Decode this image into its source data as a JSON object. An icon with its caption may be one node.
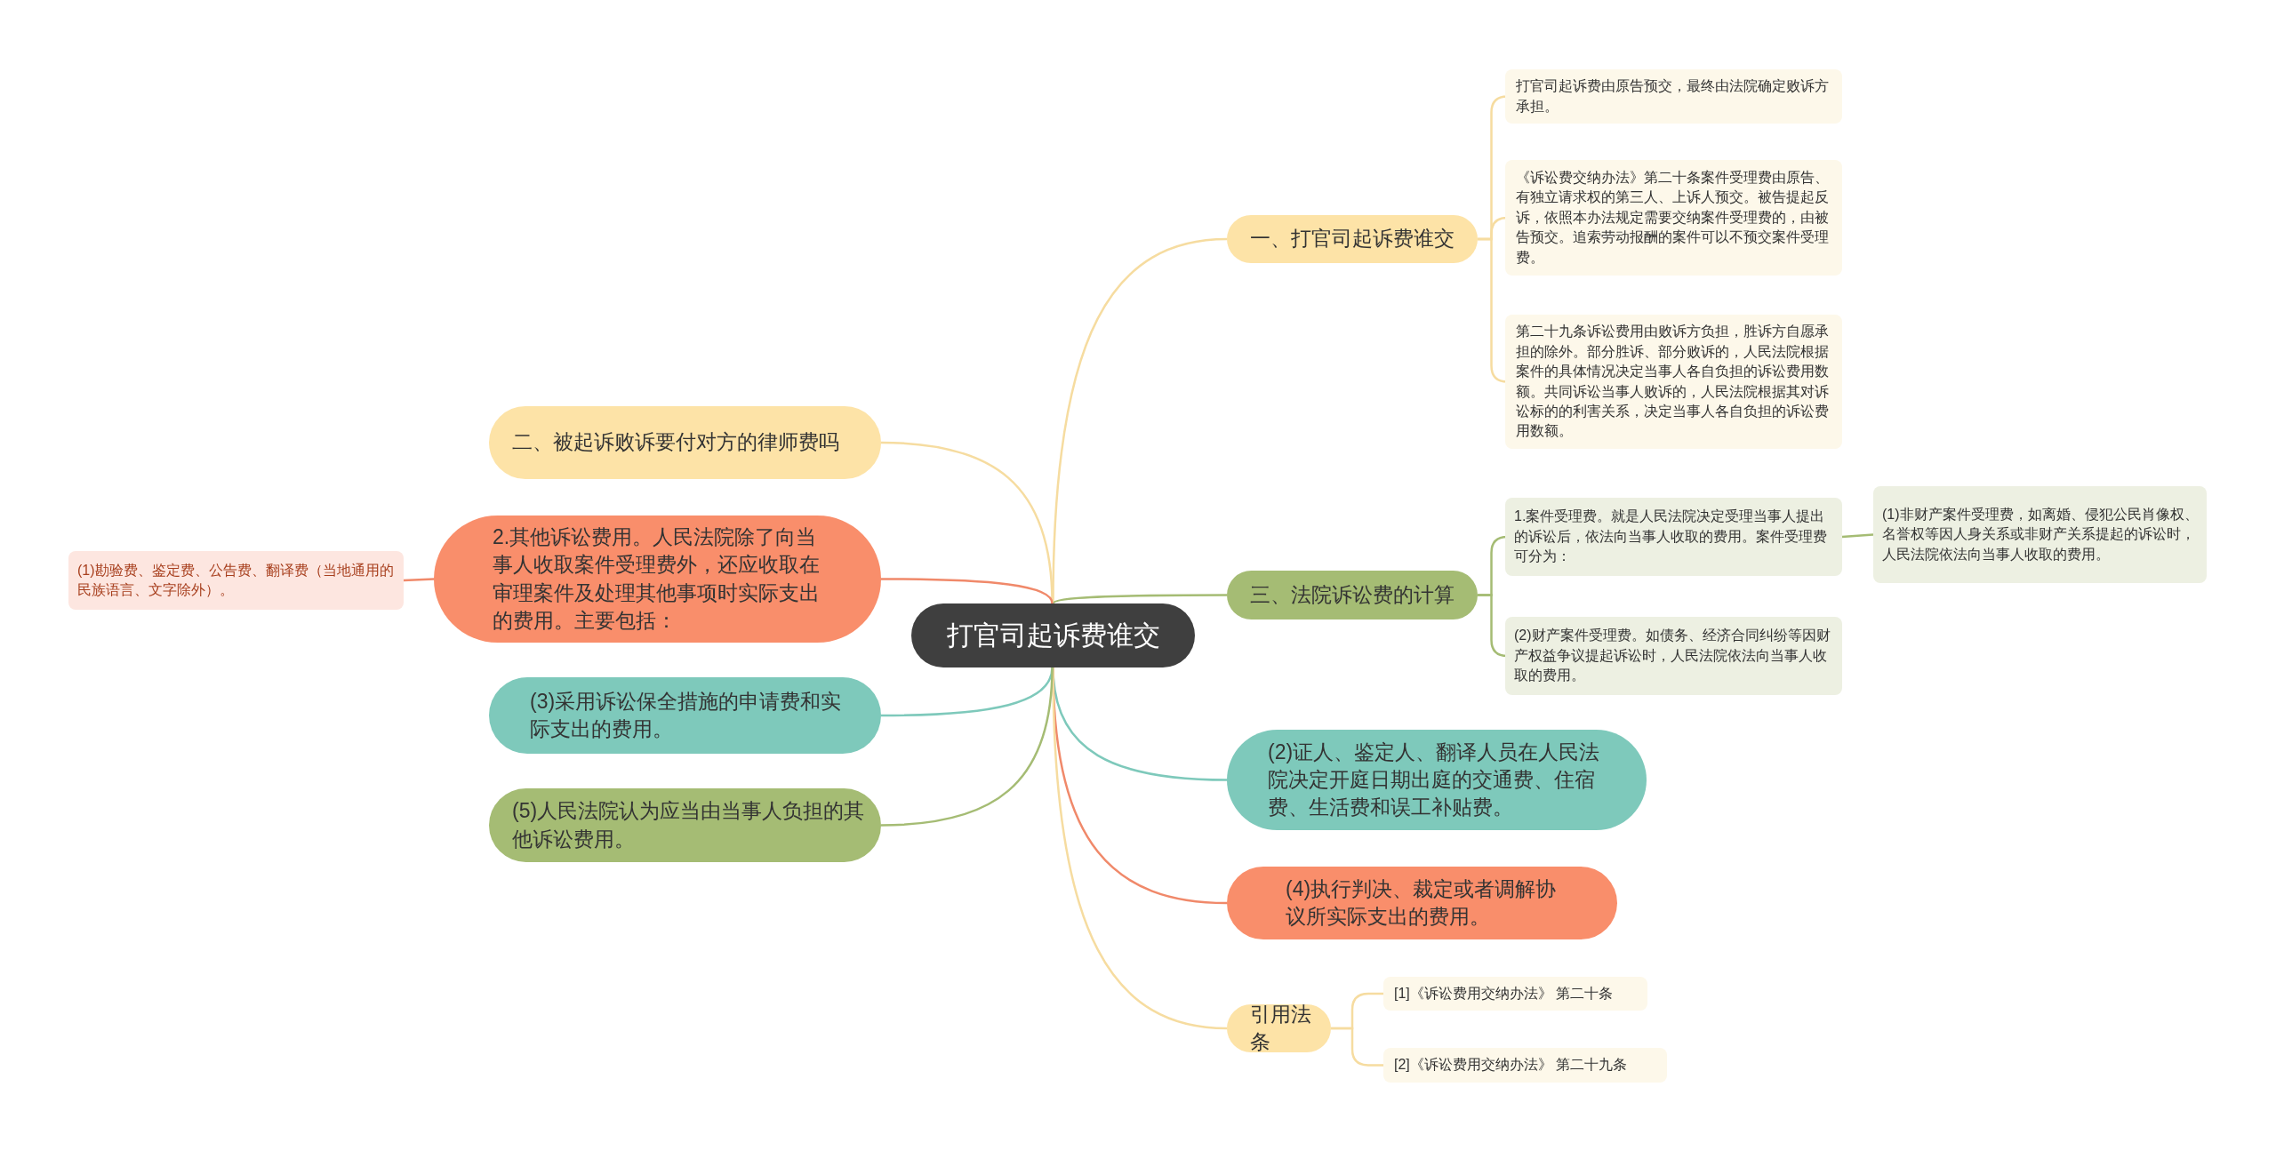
{
  "diagram": {
    "nodes": [
      {
        "text": [
          "打官司起诉费谁交"
        ]
      },
      {
        "text": [
          "一、打官司起诉费谁交"
        ]
      },
      {
        "text": [
          "打官司起诉费由原告预交，最终由法院确定败诉方承担。"
        ]
      },
      {
        "text": [
          "《诉讼费交纳办法》第二十条案件受理费由原告、有独立请求权的第三人、上诉人预交。被告提起反诉，依照本办法规定需要交纳案件受理费的，由被告预交。追索劳动报酬的案件可以不预交案件受理费。"
        ]
      },
      {
        "text": [
          "第二十九条诉讼费用由败诉方负担，胜诉方自愿承担的除外。部分胜诉、部分败诉的，人民法院根据案件的具体情况决定当事人各自负担的诉讼费用数额。共同诉讼当事人败诉的，人民法院根据其对诉讼标的的利害关系，决定当事人各自负担的诉讼费用数额。"
        ]
      },
      {
        "text": [
          "三、法院诉讼费的计算"
        ]
      },
      {
        "text": [
          "1.案件受理费。就是人民法院决定受理当事人提出的诉讼后，依法向当事人收取的费用。案件受理费可分为："
        ]
      },
      {
        "text": [
          "(1)非财产案件受理费，如离婚、侵犯公民肖像权、名誉权等因人身关系或非财产关系提起的诉讼时，人民法院依法向当事人收取的费用。"
        ]
      },
      {
        "text": [
          "(2)财产案件受理费。如债务、经济合同纠纷等因财产权益争议提起诉讼时，人民法院依法向当事人收取的费用。"
        ]
      },
      {
        "text": [
          "(2)证人、鉴定人、翻译人员在人民法院决定开庭日期出庭的交通费、住宿费、生活费和误工补贴费。"
        ]
      },
      {
        "text": [
          "(4)执行判决、裁定或者调解协议所实际支出的费用。"
        ]
      },
      {
        "text": [
          "引用法条"
        ]
      },
      {
        "text": [
          "[1]《诉讼费用交纳办法》 第二十条"
        ]
      },
      {
        "text": [
          "[2]《诉讼费用交纳办法》 第二十九条"
        ]
      },
      {
        "text": [
          "二、被起诉败诉要付对方的律师费吗"
        ]
      },
      {
        "text": [
          "2.其他诉讼费用。人民法院除了向当事人收取案件受理费外，还应收取在审理案件及处理其他事项时实际支出的费用。主要包括："
        ]
      },
      {
        "text": [
          "(1)勘验费、鉴定费、公告费、翻译费（当地通用的民族语言、文字除外）。"
        ]
      },
      {
        "text": [
          "(3)采用诉讼保全措施的申请费和实际支出的费用。"
        ]
      },
      {
        "text": [
          "(5)人民法院认为应当由当事人负担的其他诉讼费用。"
        ]
      }
    ],
    "edges": [
      {
        "from": 0,
        "to": 1,
        "arrow": "none"
      },
      {
        "from": 1,
        "to": 2,
        "arrow": "none"
      },
      {
        "from": 1,
        "to": 3,
        "arrow": "none"
      },
      {
        "from": 1,
        "to": 4,
        "arrow": "none"
      },
      {
        "from": 0,
        "to": 5,
        "arrow": "none",
        "color": "#a5bc74"
      },
      {
        "from": 5,
        "to": 6,
        "arrow": "none",
        "color": "#a5bc74"
      },
      {
        "from": 6,
        "to": 7,
        "arrow": "none",
        "color": "#a5bc74"
      },
      {
        "from": 5,
        "to": 8,
        "arrow": "none",
        "color": "#a5bc74"
      },
      {
        "from": 0,
        "to": 9,
        "arrow": "none",
        "color": "#7ec9bb"
      },
      {
        "from": 0,
        "to": 10,
        "arrow": "none",
        "color": "#f0896a"
      },
      {
        "from": 0,
        "to": 11,
        "arrow": "none"
      },
      {
        "from": 11,
        "to": 12,
        "arrow": "none"
      },
      {
        "from": 11,
        "to": 13,
        "arrow": "none"
      },
      {
        "from": 0,
        "to": 14,
        "arrow": "none"
      },
      {
        "from": 0,
        "to": 15,
        "arrow": "none",
        "color": "#f0896a"
      },
      {
        "from": 15,
        "to": 16,
        "arrow": "none",
        "color": "#f0896a"
      },
      {
        "from": 0,
        "to": 17,
        "arrow": "none",
        "color": "#7ec9bb"
      },
      {
        "from": 0,
        "to": 18,
        "arrow": "none",
        "color": "#a5bc74"
      }
    ]
  }
}
